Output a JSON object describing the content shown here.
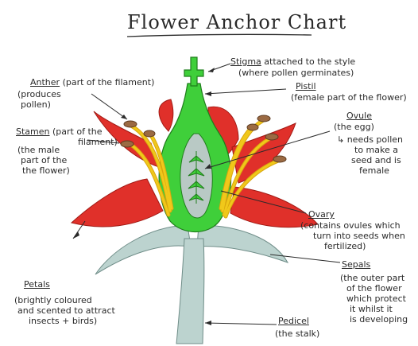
{
  "title": "Flower Anchor Chart",
  "labels": {
    "stigma": {
      "name": "Stigma",
      "desc": "attached to the style",
      "desc2": "(where pollen germinates)"
    },
    "pistil": {
      "name": "Pistil",
      "desc": "(female part of the flower)"
    },
    "anther": {
      "name": "Anther",
      "desc": "(part of the filament)",
      "desc2": "(produces",
      "desc3": "pollen)"
    },
    "stamen": {
      "name": "Stamen",
      "desc": "(part of the",
      "desc2": "filament)",
      "desc3": "(the male",
      "desc4": "part of the",
      "desc5": "the flower)"
    },
    "ovule": {
      "name": "Ovule",
      "desc": "(the egg)",
      "desc2": "↳ needs pollen",
      "desc3": "to make a",
      "desc4": "seed and is",
      "desc5": "female"
    },
    "ovary": {
      "name": "Ovary",
      "desc": "(contains ovules which",
      "desc2": "turn into seeds when",
      "desc3": "fertilized)"
    },
    "petals": {
      "name": "Petals",
      "desc": "(brightly coloured",
      "desc2": "and scented to attract",
      "desc3": "insects + birds)"
    },
    "sepals": {
      "name": "Sepals",
      "desc": "(the outer part",
      "desc2": "of the flower",
      "desc3": "which protect",
      "desc4": "it whilst it",
      "desc5": "is developing"
    },
    "pedicel": {
      "name": "Pedicel",
      "desc": "(the stalk)"
    }
  },
  "colors": {
    "petal": "#e0302a",
    "pistil": "#3fcf3a",
    "ovary_inner": "#b9c9c5",
    "stamen": "#f0c81a",
    "anther": "#9b6a43",
    "sepal": "#bcd3cf",
    "ink": "#2a2a2a"
  }
}
